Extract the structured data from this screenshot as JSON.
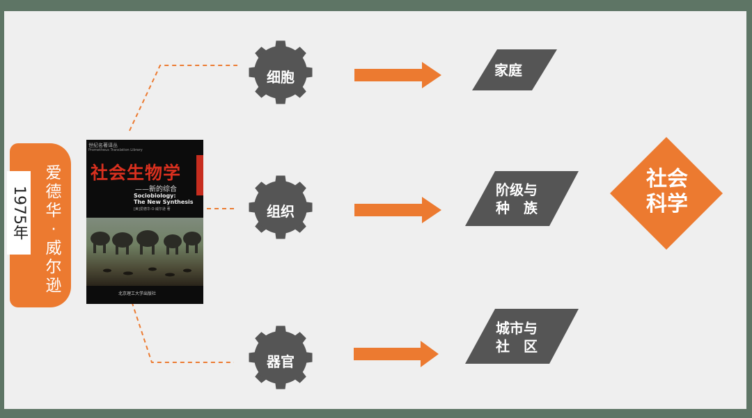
{
  "author": {
    "year": "1975年",
    "name": "爱德华·威尔逊"
  },
  "book": {
    "series": "世纪名著译丛",
    "series_en": "Prometheus Translation Library",
    "title": "社会生物学",
    "subtitle": "——新的综合",
    "title_en_1": "Sociobiology:",
    "title_en_2": "The New Synthesis",
    "authors": "[美]爱德华·O·威尔逊 著",
    "publisher": "北京理工大学出版社"
  },
  "levels": [
    {
      "gear": "细胞",
      "target": "家庭"
    },
    {
      "gear": "组织",
      "target": "阶级与\n种　族"
    },
    {
      "gear": "器官",
      "target": "城市与\n社　区"
    }
  ],
  "conclusion": "社会\n科学",
  "colors": {
    "orange": "#ec7a30",
    "dark_gray": "#555555",
    "background": "#efefef",
    "frame": "#5e7565"
  }
}
